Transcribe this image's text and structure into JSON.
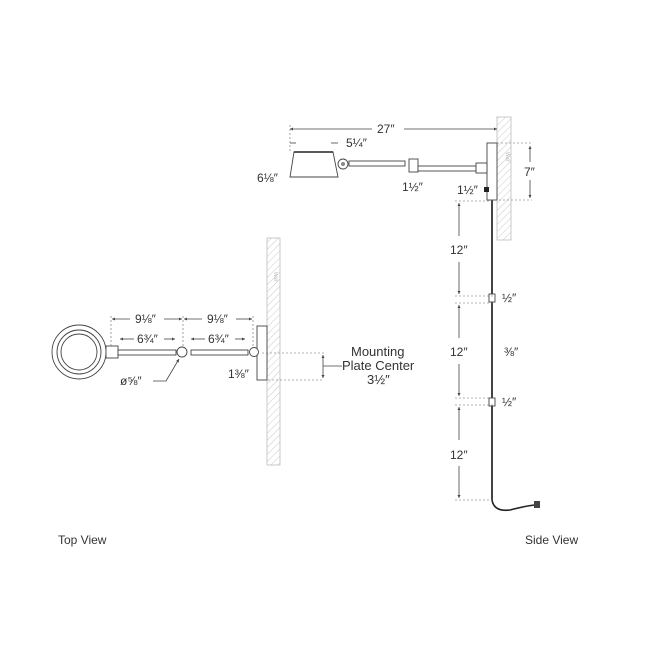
{
  "side_view": {
    "label": "Side View",
    "wall_label": "Wall",
    "dims": {
      "overall_length": "27″",
      "shade_width": "5¼″",
      "shade_height": "6⅛″",
      "elbow": "1½″",
      "arm_offset": "1½″",
      "plate_height": "7″",
      "cord_segment_1": "12″",
      "cord_segment_2": "12″",
      "cord_segment_3": "12″",
      "connector_1": "½″",
      "cord_diameter": "⅜″",
      "connector_2": "½″"
    }
  },
  "top_view": {
    "label": "Top View",
    "wall_label": "Wall",
    "dims": {
      "arm_1_overall": "9⅛″",
      "arm_2_overall": "9⅛″",
      "rod_1": "6¾″",
      "rod_2": "6¾″",
      "rod_diameter": "ø⅝″",
      "plate_depth": "1⅜″"
    },
    "mounting_plate": {
      "line1": "Mounting",
      "line2": "Plate Center",
      "value": "3½″"
    }
  }
}
